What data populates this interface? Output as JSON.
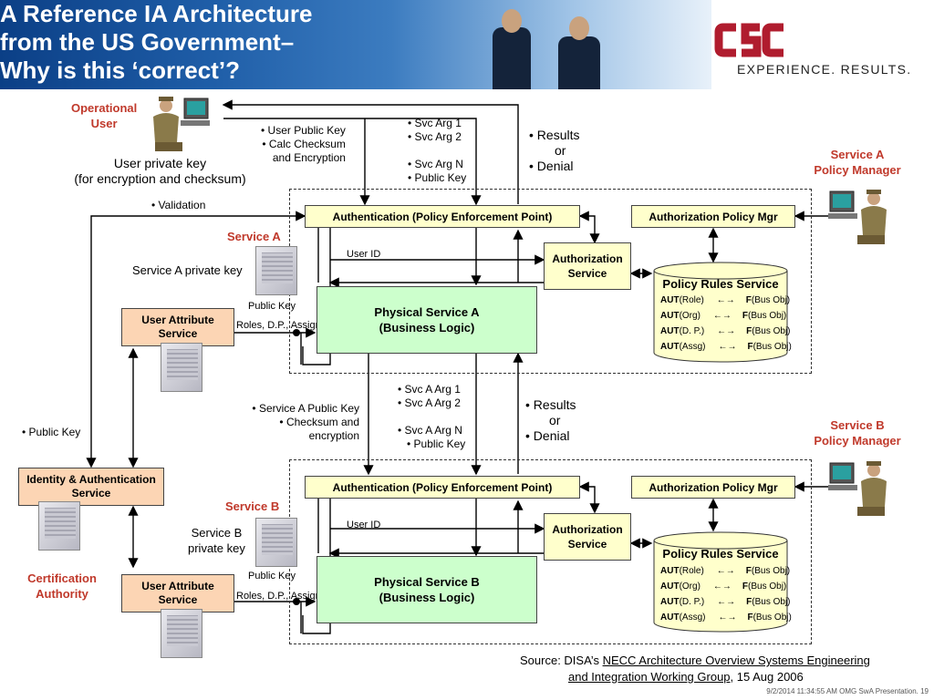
{
  "title": {
    "line1": "A Reference IA Architecture",
    "line2": "from the US Government–",
    "line3": "Why is this ‘correct’?"
  },
  "logo": {
    "brand": "CSC",
    "tagline": "EXPERIENCE. RESULTS."
  },
  "left": {
    "operational_user": [
      "Operational",
      "User"
    ],
    "user_private_key": [
      "User private key",
      "(for encryption and checksum)"
    ],
    "validation": "Validation",
    "public_key": "Public Key",
    "identity_service": [
      "Identity & Authentication",
      "Service"
    ],
    "certification_authority": [
      "Certification",
      "Authority"
    ]
  },
  "top_labels": {
    "user_public_key": "User Public Key",
    "calc_checksum": [
      "Calc Checksum",
      "and Encryption"
    ],
    "svc_arg_1": "Svc Arg 1",
    "svc_arg_2": "Svc Arg 2",
    "svc_arg_n": "Svc Arg N",
    "public_key": "Public Key",
    "results": "Results",
    "or": "or",
    "denial": "Denial"
  },
  "service_a": {
    "label": "Service A",
    "private_key": "Service A private key",
    "manager": [
      "Service A",
      "Policy Manager"
    ],
    "auth_pep": "Authentication (Policy Enforcement Point)",
    "authz_mgr": "Authorization Policy Mgr",
    "user_id": "User ID",
    "authz_service": [
      "Authorization",
      "Service"
    ],
    "public_key": "Public Key",
    "roles": "Roles, D.P., Assign.",
    "user_attr": [
      "User Attribute",
      "Service"
    ],
    "physical": [
      "Physical Service A",
      "(Business Logic)"
    ],
    "policy_rules_title": "Policy Rules Service"
  },
  "middle_labels": {
    "svc_public_key": "Service A Public Key",
    "checksum": [
      "Checksum and",
      "encryption"
    ],
    "svc_a_arg_1": "Svc A Arg 1",
    "svc_a_arg_2": "Svc A Arg 2",
    "svc_a_arg_n": "Svc A Arg N",
    "public_key": "Public Key",
    "results": "Results",
    "or": "or",
    "denial": "Denial"
  },
  "service_b": {
    "label": "Service B",
    "private_key": [
      "Service B",
      "private key"
    ],
    "manager": [
      "Service B",
      "Policy Manager"
    ],
    "auth_pep": "Authentication (Policy Enforcement Point)",
    "authz_mgr": "Authorization Policy Mgr",
    "user_id": "User ID",
    "authz_service": [
      "Authorization",
      "Service"
    ],
    "public_key": "Public Key",
    "roles": "Roles, D.P., Assign.",
    "user_attr": [
      "User Attribute",
      "Service"
    ],
    "physical": [
      "Physical Service B",
      "(Business Logic)"
    ],
    "policy_rules_title": "Policy Rules Service"
  },
  "rules": [
    {
      "aut": "AUT",
      "arg": "(Role)",
      "arrow": "←→",
      "f": "F",
      "obj": "(Bus Obj)"
    },
    {
      "aut": "AUT",
      "arg": "(Org)",
      "arrow": "←→",
      "f": "F",
      "obj": "(Bus Obj)"
    },
    {
      "aut": "AUT",
      "arg": "(D. P.)",
      "arrow": "←→",
      "f": "F",
      "obj": "(Bus Obj)"
    },
    {
      "aut": "AUT",
      "arg": "(Assg)",
      "arrow": "←→",
      "f": "F",
      "obj": "(Bus Obj)"
    }
  ],
  "source": {
    "prefix": "Source: DISA’s ",
    "link1": "NECC Architecture Overview Systems Engineering",
    "link2": "and Integration Working Group",
    "suffix": ", 15 Aug 2006"
  },
  "footer": "9/2/2014 11:34:55 AM OMG SwA Presentation. 19",
  "colors": {
    "accent_red": "#c0392b",
    "yellow_box": "#ffffcc",
    "green_box": "#ccffcc",
    "orange_box": "#fcd5b4"
  }
}
